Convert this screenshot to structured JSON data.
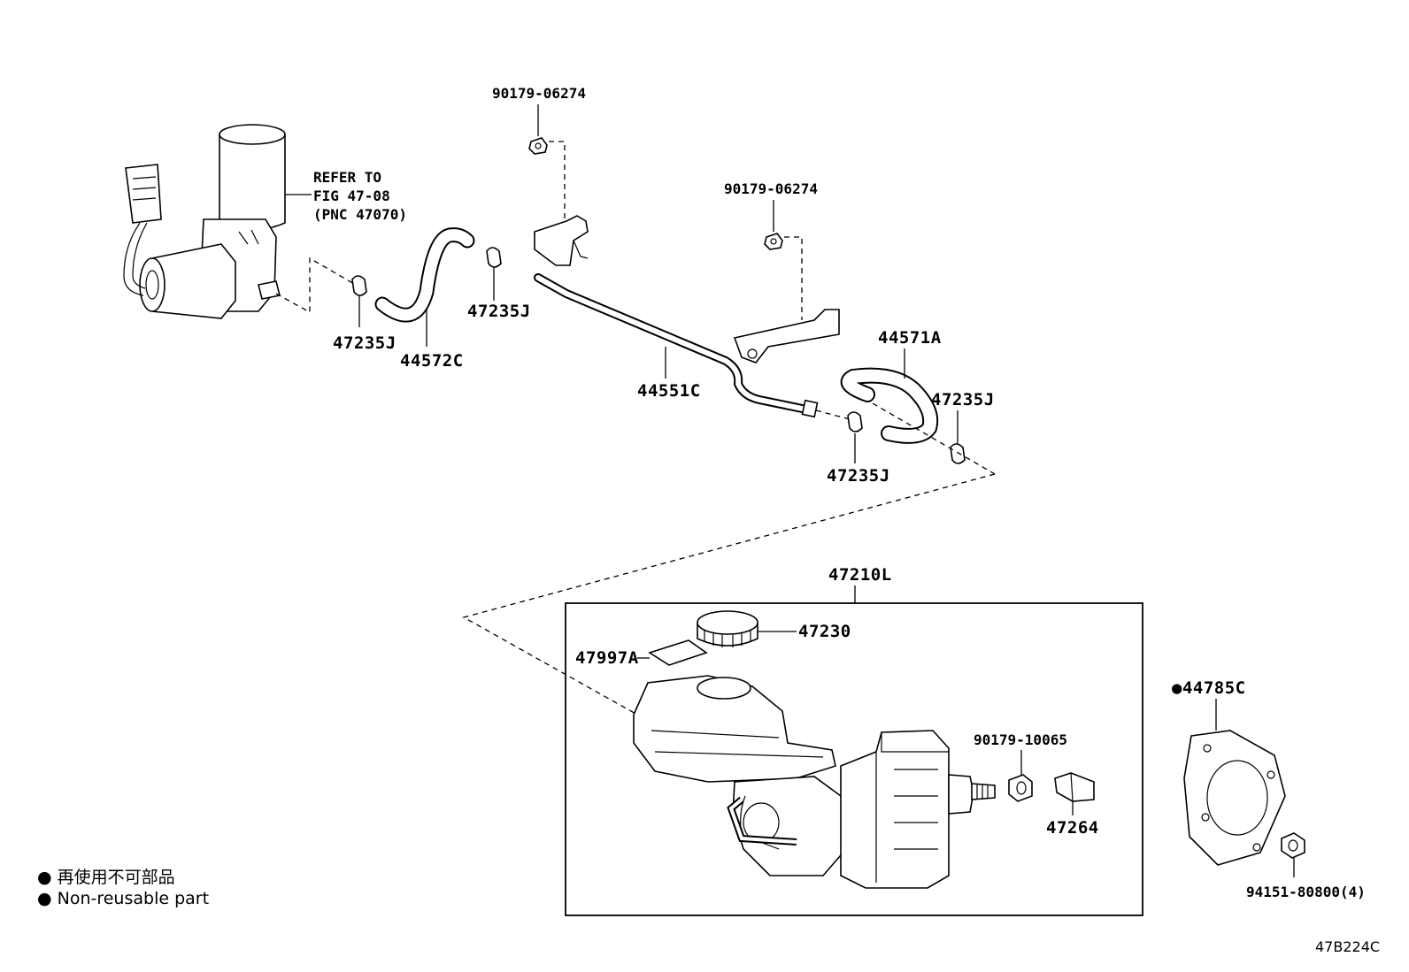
{
  "labels": {
    "p90179_06274_top": "90179-06274",
    "p90179_06274_mid": "90179-06274",
    "refer_line1": "REFER TO",
    "refer_line2": "FIG 47-08",
    "refer_line3": "(PNC 47070)",
    "p47235J_a": "47235J",
    "p44572C": "44572C",
    "p47235J_b": "47235J",
    "p44551C": "44551C",
    "p44571A": "44571A",
    "p47235J_c": "47235J",
    "p47235J_d": "47235J",
    "p47210L": "47210L",
    "p47230": "47230",
    "p47997A": "47997A",
    "p90179_10065": "90179-10065",
    "p47264": "47264",
    "p44785C": "●44785C",
    "p94151": "94151-80800(4)"
  },
  "legend": {
    "line1": "● 再使用不可部品",
    "line2": "● Non-reusable part"
  },
  "figure_code": "47B224C"
}
